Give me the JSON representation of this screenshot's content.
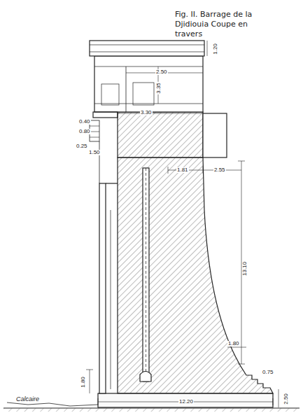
{
  "diagram": {
    "title": "Fig. II. Barrage de la Djidiouia Coupe en travers",
    "labels": [
      "1.20",
      "2.50",
      "3.35",
      "3.30",
      "0.40",
      "0.80",
      "0.25",
      "1.50",
      "1.81",
      "2.55",
      "13.10",
      "1.80",
      "0.75",
      "1.80",
      "12.20",
      "2.50",
      "Calcaire"
    ]
  }
}
